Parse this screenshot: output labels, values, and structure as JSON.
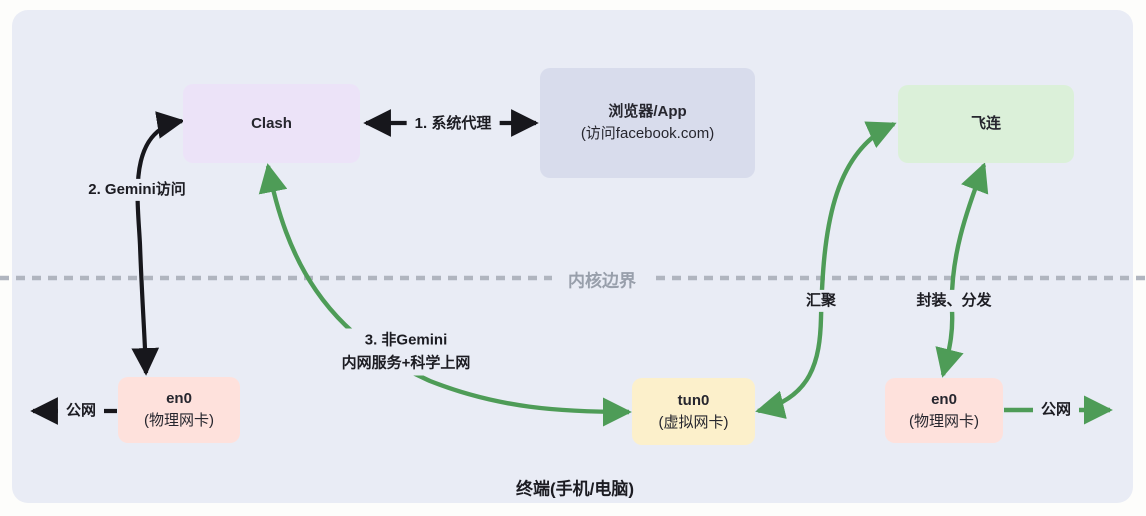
{
  "colors": {
    "canvas_bg": "#fdfdfb",
    "container_bg": "#e9ecf5",
    "clash_bg": "#ece3f8",
    "browser_bg": "#d8dcec",
    "feilian_bg": "#dbf0d9",
    "en0_bg": "#fee1dc",
    "tun0_bg": "#fcf0cb",
    "green_arrow": "#4e9c57",
    "black_arrow": "#17171c",
    "boundary_gray": "#b0b5bf",
    "boundary_text": "#989fab",
    "text_dark": "#26262e"
  },
  "nodes": {
    "clash": {
      "label": "Clash"
    },
    "browser": {
      "title": "浏览器/App",
      "subtitle": "(访问facebook.com)"
    },
    "feilian": {
      "label": "飞连"
    },
    "en0_left": {
      "title": "en0",
      "subtitle": "(物理网卡)"
    },
    "tun0": {
      "title": "tun0",
      "subtitle": "(虚拟网卡)"
    },
    "en0_right": {
      "title": "en0",
      "subtitle": "(物理网卡)"
    }
  },
  "edges": {
    "system_proxy": "1. 系统代理",
    "gemini_access": "2. Gemini访问",
    "non_gemini_line1": "3. 非Gemini",
    "non_gemini_line2": "内网服务+科学上网",
    "converge": "汇聚",
    "encapsulate": "封装、分发",
    "public_net_left": "公网",
    "public_net_right": "公网"
  },
  "boundary_label": "内核边界",
  "container_label": "终端(手机/电脑)"
}
